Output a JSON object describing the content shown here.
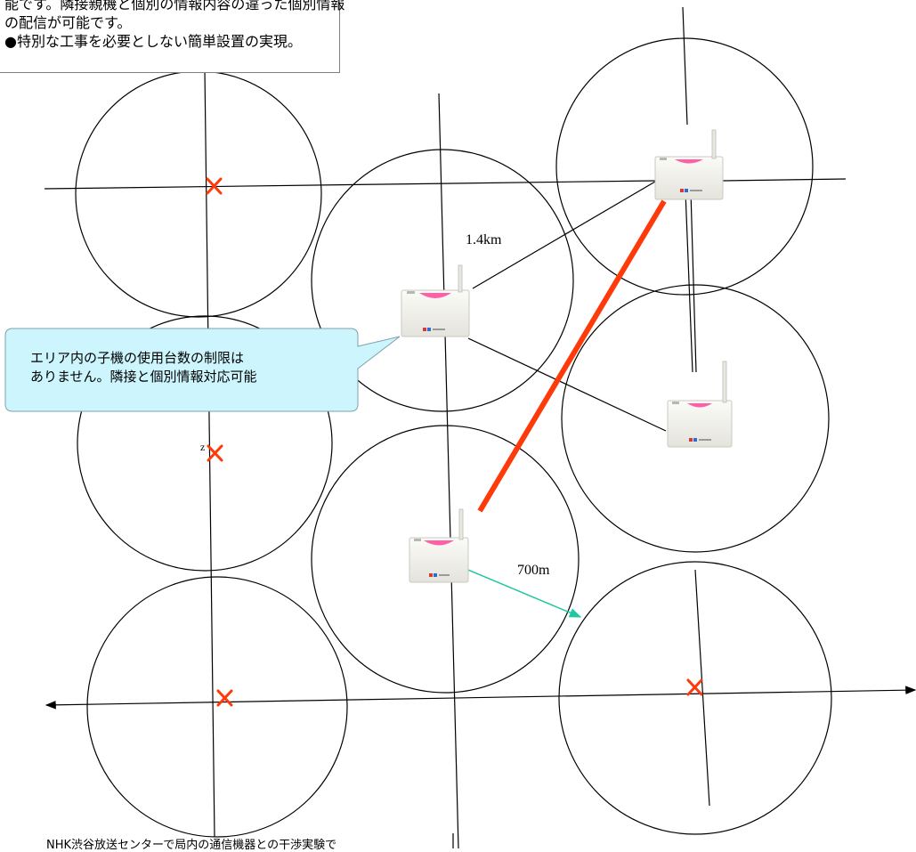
{
  "top_note": {
    "lines": [
      "能です。隣接親機と個別の情報内容の違った個別情報",
      "の配信が可能です。",
      "●特別な工事を必要としない簡単設置の実現。"
    ]
  },
  "callout": {
    "lines": [
      "エリア内の子機の使用台数の制限は",
      "ありません。隣接と個別情報対応可能"
    ]
  },
  "distance_long": "1.4km",
  "distance_short": "700m",
  "small_mark": "z",
  "footer_text": "NHK渋谷放送センターで局内の通信機器との干渉実験で",
  "colors": {
    "link_line": "#ff3a0a",
    "cross_mark": "#ff3a0a",
    "distance_arrow": "#1fc8a0",
    "callout_fill": "#ccf5fd",
    "device_body": "#f1f0ea",
    "device_light": "#ff5fa6"
  }
}
